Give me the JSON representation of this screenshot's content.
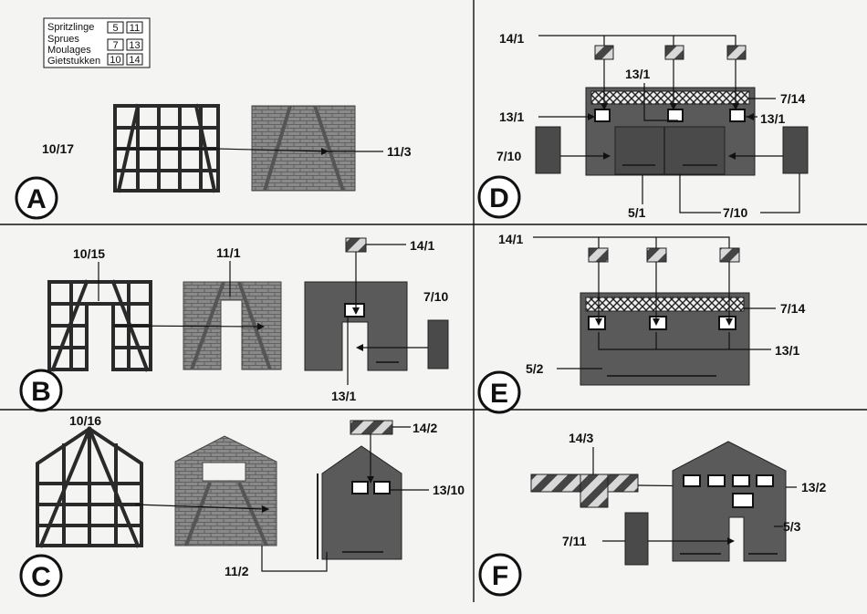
{
  "legend": {
    "rows": [
      {
        "name": "Spritzlinge",
        "a": "5",
        "b": "11"
      },
      {
        "name": "Sprues",
        "a": "7",
        "b": "13"
      },
      {
        "name": "Moulages",
        "a": "",
        "b": ""
      },
      {
        "name": "Gietstukken",
        "a": "10",
        "b": "14"
      }
    ]
  },
  "steps": {
    "A": {
      "letter": "A",
      "labels": [
        "10/17",
        "11/3"
      ]
    },
    "B": {
      "letter": "B",
      "labels": [
        "10/15",
        "11/1",
        "14/1",
        "7/10",
        "13/1"
      ]
    },
    "C": {
      "letter": "C",
      "labels": [
        "10/16",
        "14/2",
        "13/10",
        "11/2"
      ]
    },
    "D": {
      "letter": "D",
      "labels": [
        "14/1",
        "13/1",
        "7/14",
        "13/1",
        "13/1",
        "7/10",
        "5/1",
        "7/10"
      ]
    },
    "E": {
      "letter": "E",
      "labels": [
        "14/1",
        "7/14",
        "13/1",
        "5/2"
      ]
    },
    "F": {
      "letter": "F",
      "labels": [
        "14/3",
        "13/2",
        "5/3",
        "7/11"
      ]
    }
  },
  "colors": {
    "ink": "#111111",
    "part": "#5a5a5a",
    "paper": "#f4f4f2"
  }
}
